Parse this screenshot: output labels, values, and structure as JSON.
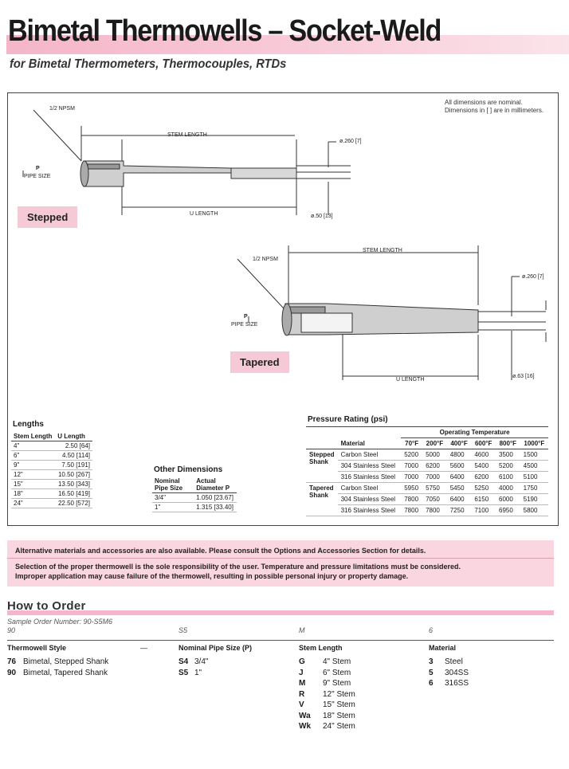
{
  "title": "Bimetal Thermowells – Socket-Weld",
  "subtitle": "for Bimetal Thermometers, Thermocouples, RTDs",
  "note": [
    "All dimensions are nominal.",
    "Dimensions in [ ] are in millimeters."
  ],
  "stepped": {
    "tag": "Stepped",
    "npsm": "1/2 NPSM",
    "stem_length": "STEM LENGTH",
    "u_length": "U LENGTH",
    "p_label": "P",
    "pipe_size": "PIPE SIZE",
    "d1": "ø.260 [7]",
    "d2": "ø.50 [13]"
  },
  "tapered": {
    "tag": "Tapered",
    "npsm": "1/2 NPSM",
    "stem_length": "STEM LENGTH",
    "u_length": "U LENGTH",
    "p_label": "P",
    "pipe_size": "PIPE SIZE",
    "d1": "ø.260 [7]",
    "d2": "ø.63 [16]"
  },
  "lengths": {
    "title": "Lengths",
    "headers": [
      "Stem Length",
      "U Length"
    ],
    "rows": [
      [
        "4\"",
        "2.50 [64]"
      ],
      [
        "6\"",
        "4.50 [114]"
      ],
      [
        "9\"",
        "7.50 [191]"
      ],
      [
        "12\"",
        "10.50 [267]"
      ],
      [
        "15\"",
        "13.50 [343]"
      ],
      [
        "18\"",
        "16.50 [419]"
      ],
      [
        "24\"",
        "22.50 [572]"
      ]
    ]
  },
  "other_dimensions": {
    "title": "Other Dimensions",
    "headers": [
      "Nominal Pipe Size",
      "Actual Diameter P"
    ],
    "rows": [
      [
        "3/4\"",
        "1.050 [23.67]"
      ],
      [
        "1\"",
        "1.315 [33.40]"
      ]
    ]
  },
  "pressure": {
    "title": "Pressure Rating (psi)",
    "op_temp": "Operating Temperature",
    "material_hdr": "Material",
    "temps": [
      "70°F",
      "200°F",
      "400°F",
      "600°F",
      "800°F",
      "1000°F"
    ],
    "groups": [
      {
        "name": "Stepped Shank",
        "rows": [
          {
            "material": "Carbon Steel",
            "values": [
              "5200",
              "5000",
              "4800",
              "4600",
              "3500",
              "1500"
            ]
          },
          {
            "material": "304 Stainless Steel",
            "values": [
              "7000",
              "6200",
              "5600",
              "5400",
              "5200",
              "4500"
            ]
          },
          {
            "material": "316 Stainless Steel",
            "values": [
              "7000",
              "7000",
              "6400",
              "6200",
              "6100",
              "5100"
            ]
          }
        ]
      },
      {
        "name": "Tapered Shank",
        "rows": [
          {
            "material": "Carbon Steel",
            "values": [
              "5950",
              "5750",
              "5450",
              "5250",
              "4000",
              "1750"
            ]
          },
          {
            "material": "304 Stainless Steel",
            "values": [
              "7800",
              "7050",
              "6400",
              "6150",
              "6000",
              "5190"
            ]
          },
          {
            "material": "316 Stainless Steel",
            "values": [
              "7800",
              "7800",
              "7250",
              "7100",
              "6950",
              "5800"
            ]
          }
        ]
      }
    ]
  },
  "warning": {
    "line1": "Alternative materials and accessories are also available. Please consult the Options and Accessories Section for details.",
    "line2": "Selection of the proper thermowell is the sole responsibility of the user. Temperature and pressure limitations must be considered.",
    "line3": "Improper application may cause failure of the thermowell, resulting in possible personal injury or property damage."
  },
  "order": {
    "title": "How to Order",
    "sample": "Sample Order Number:  90-S5M6",
    "codes": [
      "90",
      "S5",
      "M",
      "6"
    ],
    "dash": "—",
    "columns": [
      {
        "header": "Thermowell Style",
        "items": [
          [
            "76",
            "Bimetal, Stepped Shank"
          ],
          [
            "90",
            "Bimetal, Tapered Shank"
          ]
        ]
      },
      {
        "header": "Nominal Pipe Size (P)",
        "items": [
          [
            "S4",
            "3/4\""
          ],
          [
            "S5",
            "1\""
          ]
        ]
      },
      {
        "header": "Stem Length",
        "items": [
          [
            "G",
            "4\" Stem"
          ],
          [
            "J",
            "6\" Stem"
          ],
          [
            "M",
            "9\" Stem"
          ],
          [
            "R",
            "12\" Stem"
          ],
          [
            "V",
            "15\" Stem"
          ],
          [
            "Wa",
            "18\" Stem"
          ],
          [
            "Wk",
            "24\" Stem"
          ]
        ]
      },
      {
        "header": "Material",
        "items": [
          [
            "3",
            "Steel"
          ],
          [
            "5",
            "304SS"
          ],
          [
            "6",
            "316SS"
          ]
        ]
      }
    ]
  }
}
